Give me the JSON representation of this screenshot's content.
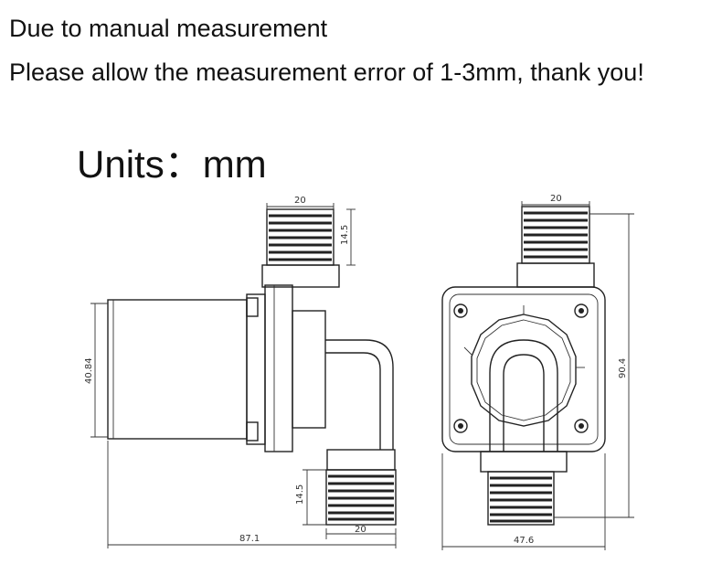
{
  "notes": {
    "line1": "Due to manual measurement",
    "line2": "Please allow the measurement error of 1-3mm, thank you!",
    "units": "Units：mm"
  },
  "dimensions": {
    "side_top_width": "20",
    "side_top_height": "14.5",
    "side_body_height": "40.84",
    "side_bottom_height": "14.5",
    "side_bottom_width": "20",
    "side_total_length": "87.1",
    "front_top_width": "20",
    "front_total_height": "90.4",
    "front_total_width": "47.6"
  }
}
